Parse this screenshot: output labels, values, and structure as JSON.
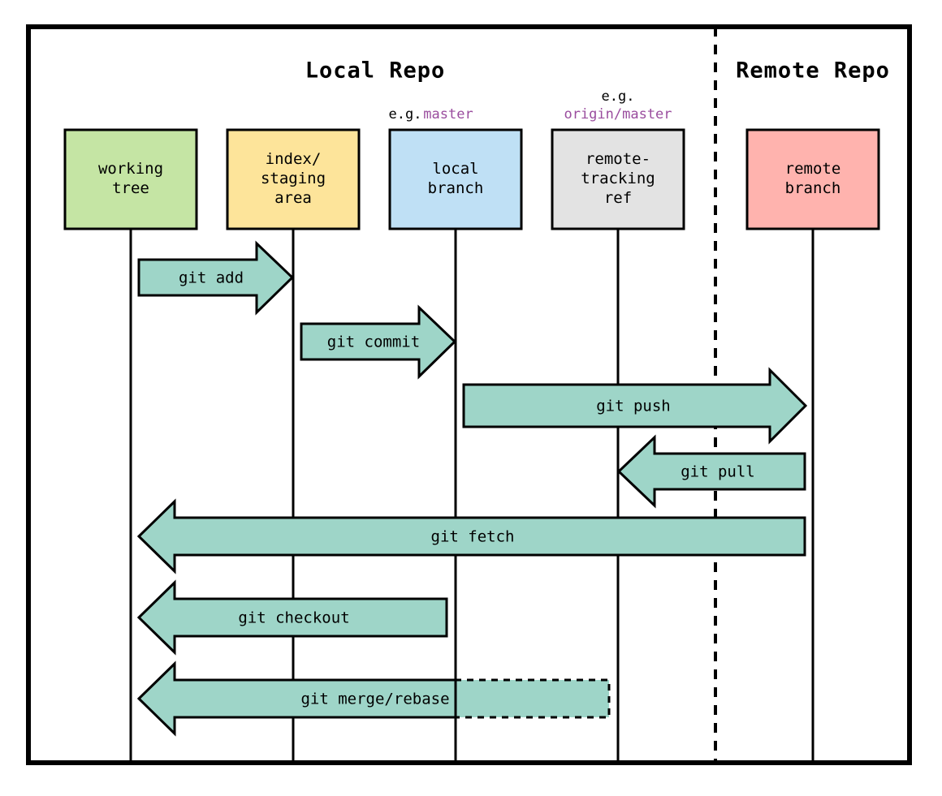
{
  "diagram": {
    "title_local": "Local Repo",
    "title_remote": "Remote Repo",
    "colors": {
      "working_tree": "#c5e5a4",
      "index": "#fde49a",
      "local_branch": "#bfe0f5",
      "remote_tracking": "#e3e3e3",
      "remote_branch": "#ffb3ae",
      "arrow": "#9ed5c8",
      "remote_panel": "#cccccc",
      "annotation_purple": "#9a4d9e",
      "outline": "#000000"
    },
    "nodes": [
      {
        "id": "working-tree",
        "label_lines": [
          "working",
          "tree"
        ],
        "annotation_prefix": "",
        "annotation_value": "",
        "fill": "#c5e5a4"
      },
      {
        "id": "index-staging-area",
        "label_lines": [
          "index/",
          "staging",
          "area"
        ],
        "annotation_prefix": "",
        "annotation_value": "",
        "fill": "#fde49a"
      },
      {
        "id": "local-branch",
        "label_lines": [
          "local",
          "branch"
        ],
        "annotation_prefix": "e.g.",
        "annotation_value": "master",
        "fill": "#bfe0f5"
      },
      {
        "id": "remote-tracking-ref",
        "label_lines": [
          "remote-",
          "tracking",
          "ref"
        ],
        "annotation_prefix": "e.g.",
        "annotation_value": "origin/master",
        "fill": "#e3e3e3"
      },
      {
        "id": "remote-branch",
        "label_lines": [
          "remote",
          "branch"
        ],
        "annotation_prefix": "",
        "annotation_value": "",
        "fill": "#ffb3ae"
      }
    ],
    "arrows": [
      {
        "id": "git-add",
        "label": "git add",
        "direction": "right",
        "from": "working-tree",
        "to": "index-staging-area",
        "dashed_tail": false
      },
      {
        "id": "git-commit",
        "label": "git commit",
        "direction": "right",
        "from": "index-staging-area",
        "to": "local-branch",
        "dashed_tail": false
      },
      {
        "id": "git-push",
        "label": "git push",
        "direction": "right",
        "from": "local-branch",
        "to": "remote-branch",
        "dashed_tail": false
      },
      {
        "id": "git-fetch",
        "label": "git fetch",
        "direction": "left",
        "from": "remote-branch",
        "to": "remote-tracking-ref",
        "dashed_tail": false
      },
      {
        "id": "git-pull",
        "label": "git pull",
        "direction": "left",
        "from": "remote-branch",
        "to": "working-tree",
        "dashed_tail": false
      },
      {
        "id": "git-checkout",
        "label": "git checkout",
        "direction": "left",
        "from": "local-branch",
        "to": "working-tree",
        "dashed_tail": false
      },
      {
        "id": "git-merge-rebase",
        "label": "git merge/rebase",
        "direction": "left",
        "from": "remote-tracking-ref",
        "to": "working-tree",
        "dashed_tail": true
      }
    ]
  }
}
